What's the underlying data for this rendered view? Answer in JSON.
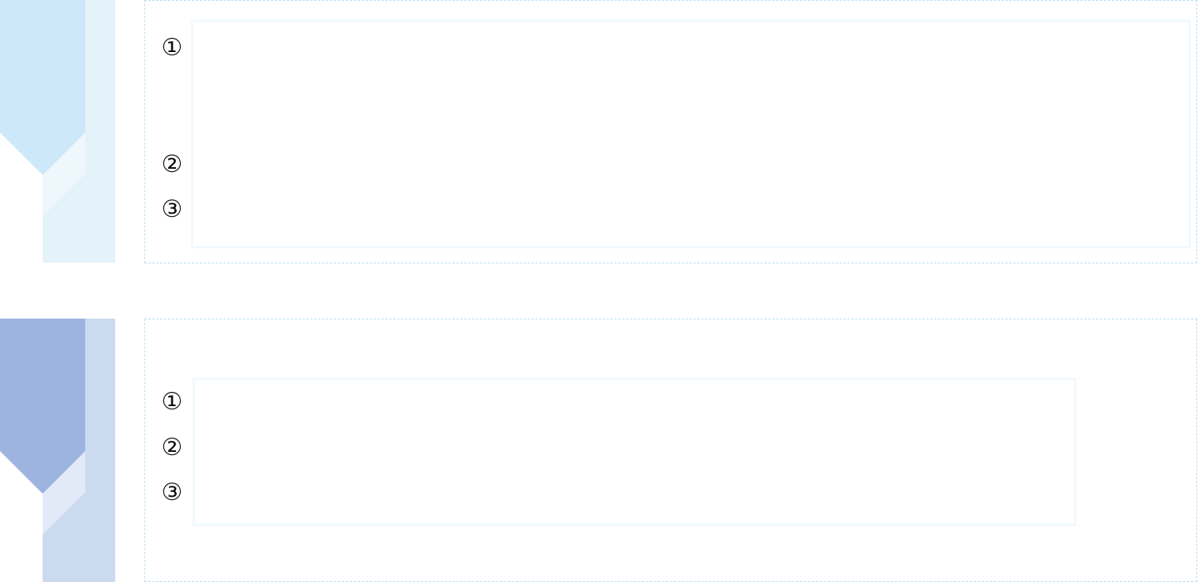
{
  "sections": [
    {
      "ribbon_colors": {
        "main": "#cde8f8",
        "side": "#e4f2fa",
        "shadow": "#eef7fc"
      },
      "markers": [
        "①",
        "②",
        "③"
      ]
    },
    {
      "ribbon_colors": {
        "main": "#9db4e0",
        "side": "#ccdaf0",
        "shadow": "#e2e9f7"
      },
      "markers": [
        "①",
        "②",
        "③"
      ]
    }
  ]
}
